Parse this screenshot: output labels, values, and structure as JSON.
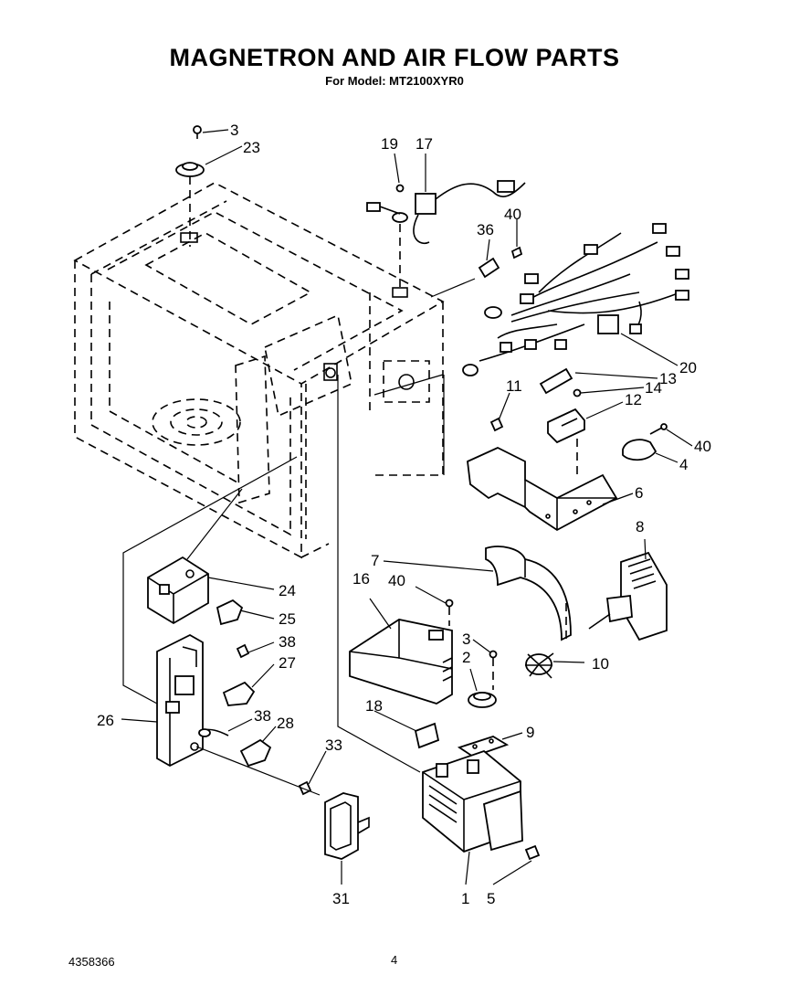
{
  "title": "MAGNETRON AND AIR FLOW PARTS",
  "subtitle": "For Model: MT2100XYR0",
  "footer": {
    "doc_number": "4358366",
    "page_number": "4"
  },
  "callouts": [
    {
      "id": "c3a",
      "label": "3"
    },
    {
      "id": "c23",
      "label": "23"
    },
    {
      "id": "c19",
      "label": "19"
    },
    {
      "id": "c17",
      "label": "17"
    },
    {
      "id": "c36",
      "label": "36"
    },
    {
      "id": "c40a",
      "label": "40"
    },
    {
      "id": "c20",
      "label": "20"
    },
    {
      "id": "c11",
      "label": "11"
    },
    {
      "id": "c13",
      "label": "13"
    },
    {
      "id": "c14",
      "label": "14"
    },
    {
      "id": "c12",
      "label": "12"
    },
    {
      "id": "c40b",
      "label": "40"
    },
    {
      "id": "c4",
      "label": "4"
    },
    {
      "id": "c6",
      "label": "6"
    },
    {
      "id": "c8",
      "label": "8"
    },
    {
      "id": "c7",
      "label": "7"
    },
    {
      "id": "c16",
      "label": "16"
    },
    {
      "id": "c40c",
      "label": "40"
    },
    {
      "id": "c24",
      "label": "24"
    },
    {
      "id": "c25",
      "label": "25"
    },
    {
      "id": "c38a",
      "label": "38"
    },
    {
      "id": "c27",
      "label": "27"
    },
    {
      "id": "c3b",
      "label": "3"
    },
    {
      "id": "c2",
      "label": "2"
    },
    {
      "id": "c10",
      "label": "10"
    },
    {
      "id": "c26",
      "label": "26"
    },
    {
      "id": "c38b",
      "label": "38"
    },
    {
      "id": "c28",
      "label": "28"
    },
    {
      "id": "c18",
      "label": "18"
    },
    {
      "id": "c9",
      "label": "9"
    },
    {
      "id": "c33",
      "label": "33"
    },
    {
      "id": "c31",
      "label": "31"
    },
    {
      "id": "c1",
      "label": "1"
    },
    {
      "id": "c5",
      "label": "5"
    }
  ]
}
